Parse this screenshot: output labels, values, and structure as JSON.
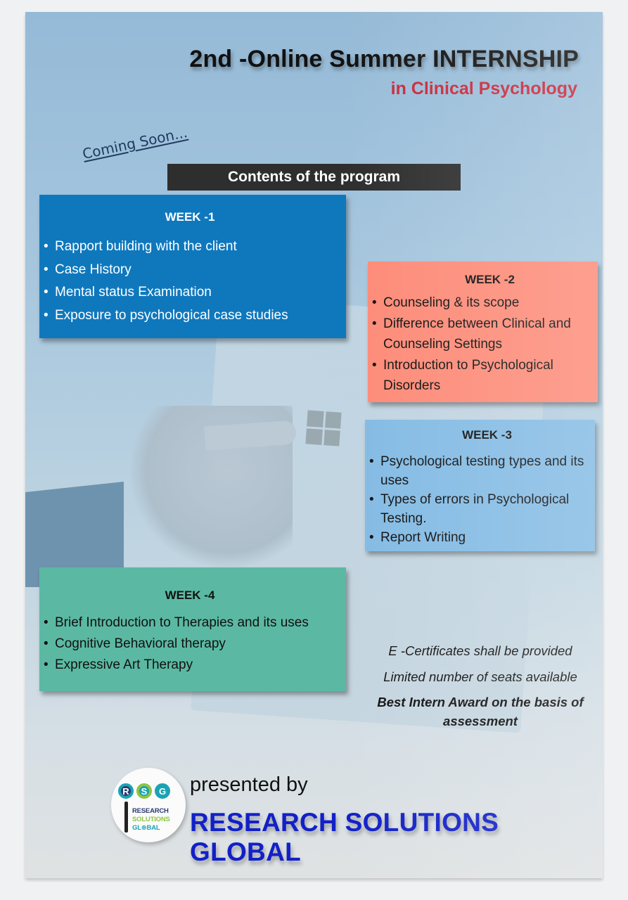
{
  "header": {
    "title": "2nd -Online Summer INTERNSHIP",
    "subtitle": "in Clinical Psychology",
    "coming_soon": "Coming Soon..."
  },
  "contents_heading": "Contents of the program",
  "weeks": [
    {
      "title": "WEEK -1",
      "color": "#0f78bd",
      "items": [
        "Rapport building with the client",
        "Case History",
        "Mental status Examination",
        "Exposure to psychological case studies"
      ]
    },
    {
      "title": "WEEK -2",
      "color": "#fd8b78",
      "items": [
        "Counseling & its scope",
        "Difference between Clinical and Counseling Settings",
        "Introduction to Psychological Disorders"
      ]
    },
    {
      "title": "WEEK -3",
      "color": "#84bbe4",
      "items": [
        "Psychological testing types and its uses",
        "Types of errors in Psychological Testing.",
        "Report Writing"
      ]
    },
    {
      "title": "WEEK -4",
      "color": "#5bb9a3",
      "items": [
        "Brief Introduction to Therapies and its uses",
        "Cognitive Behavioral therapy",
        "Expressive Art Therapy"
      ]
    }
  ],
  "notes": {
    "certificates": "E -Certificates shall be provided",
    "seats": "Limited number of seats available",
    "award": "Best Intern Award on the basis of assessment"
  },
  "footer": {
    "presented_by": "presented by",
    "organization": "RESEARCH SOLUTIONS GLOBAL",
    "logo": {
      "letters": [
        "R",
        "S",
        "G"
      ],
      "line1": "RESEARCH",
      "line2": "SOLUTIONS",
      "line3": "GL⊕BAL"
    }
  },
  "colors": {
    "title": "#111111",
    "subtitle": "#c8283a",
    "organization": "#1220c8",
    "contents_bar": "#2e2e2e"
  }
}
